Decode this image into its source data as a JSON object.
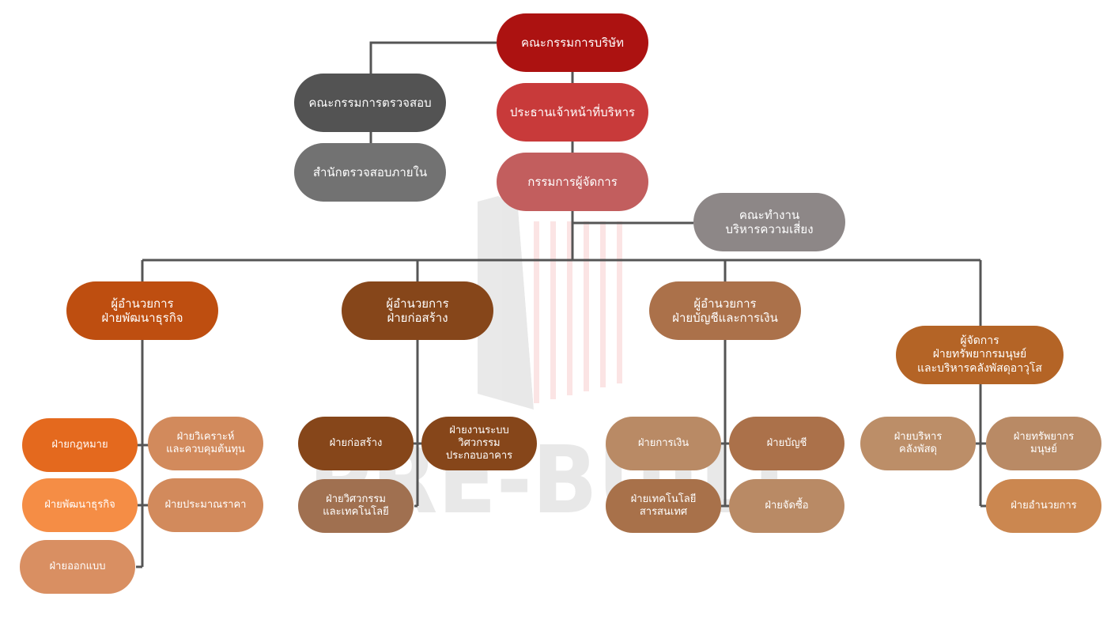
{
  "watermark": {
    "text": "PRE-BUILT"
  },
  "colors": {
    "line": "#555555",
    "board": "#AC1211",
    "ceo": "#C83A3A",
    "md": "#C25E5E",
    "audit": "#535353",
    "audit_office": "#727272",
    "risk": "#8D8787"
  },
  "nodes": {
    "board": "คณะกรรมการบริษัท",
    "ceo": "ประธานเจ้าหน้าที่บริหาร",
    "md": "กรรมการผู้จัดการ",
    "audit_committee": "คณะกรรมการตรวจสอบ",
    "internal_audit": "สำนักตรวจสอบภายใน",
    "risk_committee": "คณะทำงาน\nบริหารความเสี่ยง",
    "dir_business": "ผู้อำนวยการ\nฝ่ายพัฒนาธุรกิจ",
    "dir_construction": "ผู้อำนวยการ\nฝ่ายก่อสร้าง",
    "dir_finance": "ผู้อำนวยการ\nฝ่ายบัญชีและการเงิน",
    "mgr_hr": "ผู้จัดการ\nฝ่ายทรัพยากรมนุษย์\nและบริหารคลังพัสดุอาวุโส",
    "legal": "ฝ่ายกฎหมาย",
    "analysis": "ฝ่ายวิเคราะห์\nและควบคุมต้นทุน",
    "bizdev": "ฝ่ายพัฒนาธุรกิจ",
    "estimate": "ฝ่ายประมาณราคา",
    "design": "ฝ่ายออกแบบ",
    "construction": "ฝ่ายก่อสร้าง",
    "systems": "ฝ่ายงานระบบ\nวิศวกรรม\nประกอบอาคาร",
    "engineering": "ฝ่ายวิศวกรรม\nและเทคโนโลยี",
    "finance": "ฝ่ายการเงิน",
    "accounting": "ฝ่ายบัญชี",
    "it": "ฝ่ายเทคโนโลยี\nสารสนเทศ",
    "purchasing": "ฝ่ายจัดซื้อ",
    "warehouse": "ฝ่ายบริหาร\nคลังพัสดุ",
    "hr": "ฝ่ายทรัพยากร\nมนุษย์",
    "admin": "ฝ่ายอำนวยการ"
  }
}
